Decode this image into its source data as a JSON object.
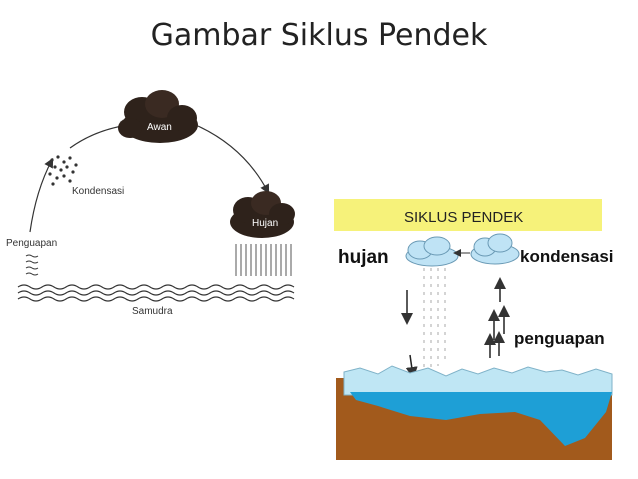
{
  "title": "Gambar Siklus Pendek",
  "left_diagram": {
    "cloud_top": "Awan",
    "condensation": "Kondensasi",
    "rain_cloud": "Hujan",
    "evaporation": "Penguapan",
    "sea": "Samudra"
  },
  "right_diagram": {
    "banner": "SIKLUS PENDEK",
    "rain": "hujan",
    "condensation": "kondensasi",
    "evaporation": "penguapan",
    "colors": {
      "banner": "#f6f27a",
      "cloud": "#bfe3f5",
      "water": "#1e9fd6",
      "ice": "#bfe6f4",
      "soil": "#a25a1c"
    }
  }
}
